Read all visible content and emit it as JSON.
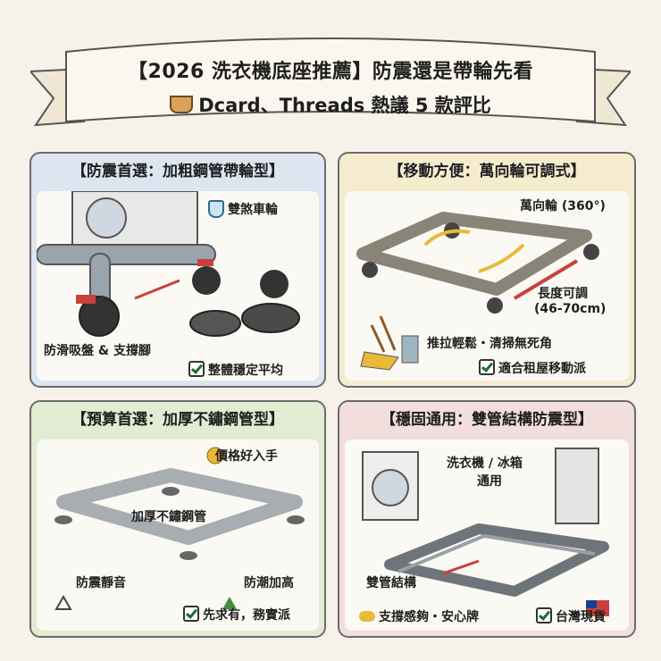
{
  "banner": {
    "title": "【2026 洗衣機底座推薦】防震還是帶輪先看",
    "subtitle": "Dcard、Threads 熱議 5 款評比"
  },
  "colors": {
    "p1": "#dbe6f1",
    "p2": "#f5ecd0",
    "p3": "#e1ecd3",
    "p4": "#f2dedc",
    "accent_red": "#c9413a",
    "accent_yellow": "#e9b93b"
  },
  "panels": [
    {
      "title": "【防震首選：加粗鋼管帶輪型】",
      "labels": {
        "brake": "雙煞車輪",
        "cups": "防滑吸盤 & 支撐腳",
        "check": "整體穩定平均"
      },
      "icons": [
        "shield-icon",
        "caster-wheel-icon",
        "suction-cup-icon"
      ]
    },
    {
      "title": "【移動方便：萬向輪可調式】",
      "labels": {
        "wheel": "萬向輪 (360°)",
        "length": "長度可調",
        "range": "(46-70cm)",
        "clean": "推拉輕鬆・清掃無死角",
        "check": "適合租屋移動派"
      },
      "icons": [
        "broom-icon",
        "dustpan-icon",
        "heart-icon"
      ]
    },
    {
      "title": "【預算首選：加厚不鏽鋼管型】",
      "labels": {
        "price": "價格好入手",
        "frame": "加厚不鏽鋼管",
        "quiet": "防震靜音",
        "raise": "防潮加高",
        "check": "先求有，務實派"
      },
      "icons": [
        "coins-icon",
        "mute-shield-icon",
        "up-arrow-icon"
      ]
    },
    {
      "title": "【穩固通用：雙管結構防震型】",
      "labels": {
        "compat1": "洗衣機 / 冰箱",
        "compat2": "通用",
        "double": "雙管結構",
        "support": "支撐感夠・安心牌",
        "check": "台灣現貨"
      },
      "icons": [
        "washer-icon",
        "fridge-icon",
        "handshake-icon",
        "taiwan-flag-icon"
      ]
    }
  ]
}
